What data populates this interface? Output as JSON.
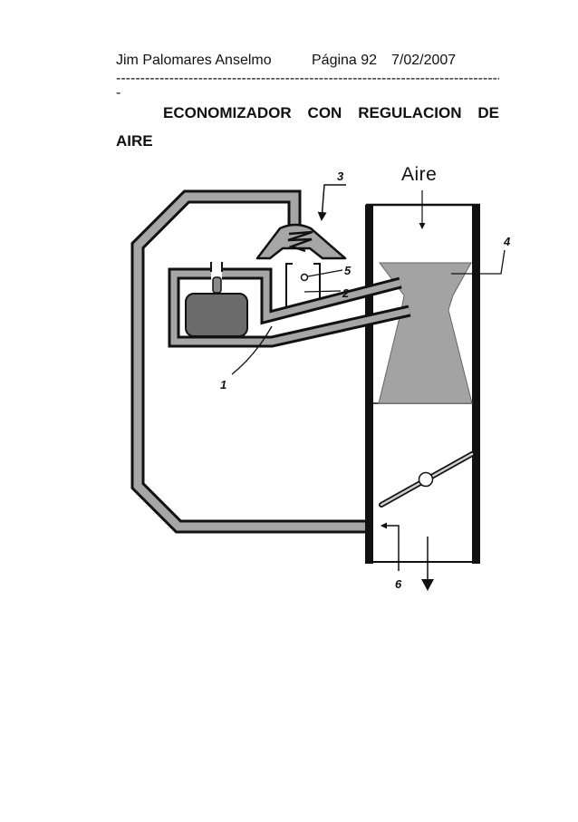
{
  "header": {
    "author": "Jim Palomares Anselmo",
    "page": "Página 92",
    "date": "7/02/2007",
    "rule": "--------------------------------------------------------------------------------",
    "rule_wrap": "-"
  },
  "title": {
    "line1": "ECONOMIZADOR CON REGULACION DE",
    "line2": "AIRE"
  },
  "figure": {
    "air_label": "Aire",
    "callouts": [
      "1",
      "2",
      "3",
      "4",
      "5",
      "6"
    ]
  }
}
